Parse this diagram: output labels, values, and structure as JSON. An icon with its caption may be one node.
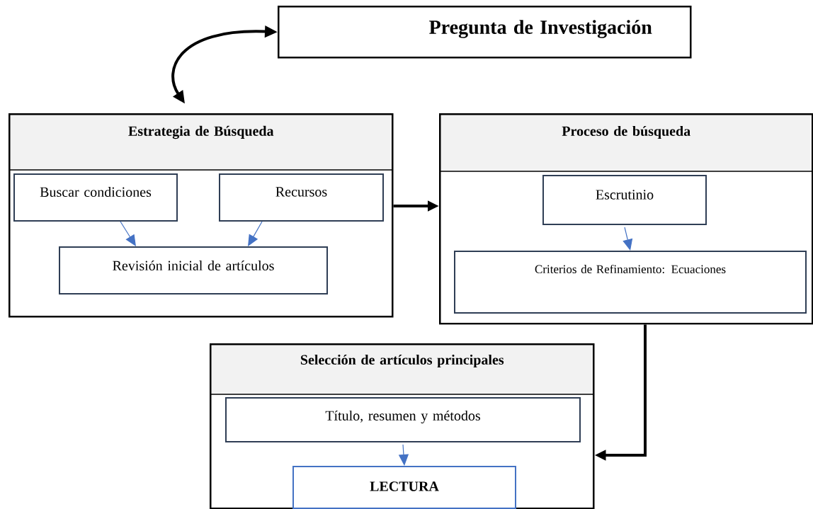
{
  "diagram": {
    "nodes": [
      {
        "text": [
          "Pregunta de Investigación"
        ]
      },
      {
        "text": [
          "Estrategia de Búsqueda"
        ]
      },
      {
        "text": [
          "Buscar condiciones"
        ],
        "in": 1
      },
      {
        "text": [
          "Recursos"
        ],
        "in": 1
      },
      {
        "text": [
          "Revisión inicial de artículos"
        ],
        "in": 1
      },
      {
        "text": [
          "Proceso de búsqueda"
        ]
      },
      {
        "text": [
          "Escrutinio"
        ],
        "in": 5
      },
      {
        "text": [
          "Criterios de Refinamiento: Ecuaciones"
        ],
        "in": 5
      },
      {
        "text": [
          "Selección de artículos principales"
        ]
      },
      {
        "text": [
          "Título, resumen y métodos"
        ],
        "in": 8
      },
      {
        "text": [
          "LECTURA"
        ],
        "in": 8
      }
    ],
    "edges": [
      {
        "from": 0,
        "to": 1,
        "arrow": "both",
        "style": "thick",
        "color": "#000000"
      },
      {
        "from": 2,
        "to": 4,
        "arrow": "to"
      },
      {
        "from": 3,
        "to": 4,
        "arrow": "to"
      },
      {
        "from": 1,
        "to": 5,
        "arrow": "to",
        "style": "thick",
        "color": "#000000"
      },
      {
        "from": 6,
        "to": 7,
        "arrow": "to"
      },
      {
        "from": 5,
        "to": 8,
        "arrow": "to",
        "style": "thick",
        "color": "#000000"
      },
      {
        "from": 9,
        "to": 10,
        "arrow": "to"
      }
    ]
  }
}
